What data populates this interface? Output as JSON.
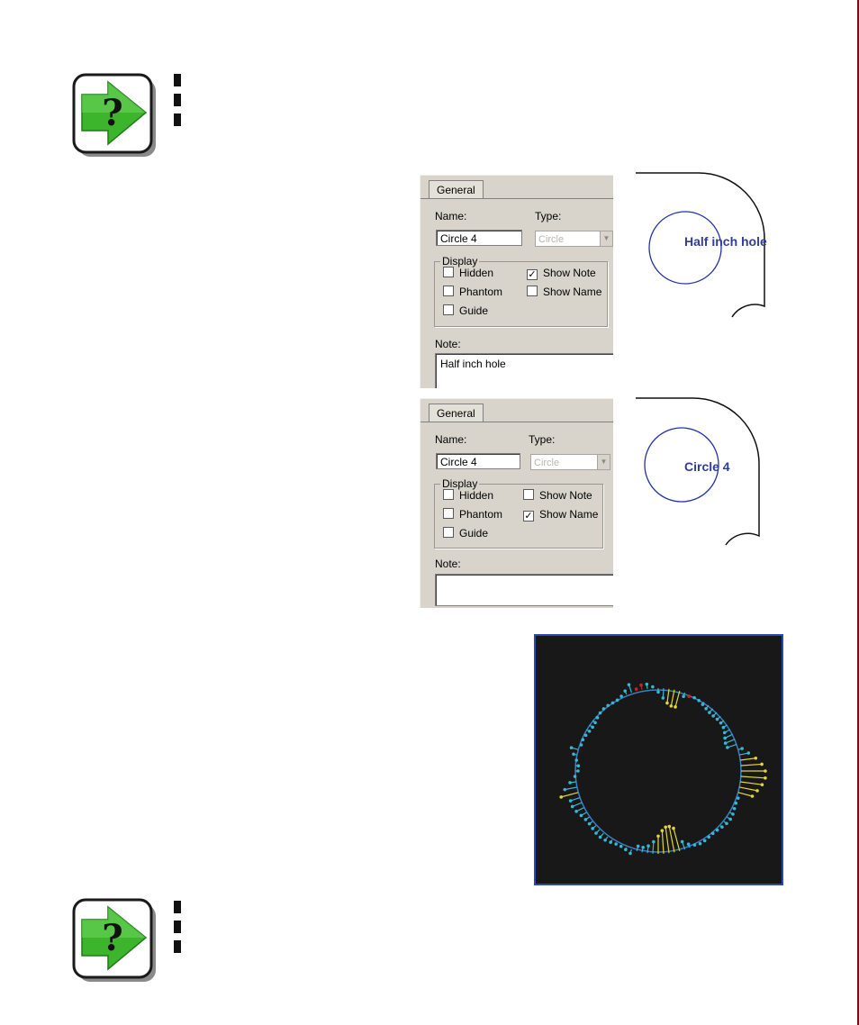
{
  "panels": [
    {
      "tab": "General",
      "name_label": "Name:",
      "type_label": "Type:",
      "name_value": "Circle 4",
      "type_value": "Circle",
      "display_label": "Display",
      "checks": [
        {
          "label": "Hidden",
          "mark": ""
        },
        {
          "label": "Show Note",
          "mark": "✓"
        },
        {
          "label": "Phantom",
          "mark": ""
        },
        {
          "label": "Show Name",
          "mark": ""
        },
        {
          "label": "Guide",
          "mark": ""
        }
      ],
      "note_label": "Note:",
      "note_value": "Half inch hole",
      "preview_label": "Half inch hole"
    },
    {
      "tab": "General",
      "name_label": "Name:",
      "type_label": "Type:",
      "name_value": "Circle 4",
      "type_value": "Circle",
      "display_label": "Display",
      "checks": [
        {
          "label": "Hidden",
          "mark": ""
        },
        {
          "label": "Show Note",
          "mark": ""
        },
        {
          "label": "Phantom",
          "mark": ""
        },
        {
          "label": "Show Name",
          "mark": "✓"
        },
        {
          "label": "Guide",
          "mark": ""
        }
      ],
      "note_label": "Note:",
      "note_value": "",
      "preview_label": "Circle 4"
    }
  ],
  "colors": {
    "preview_circle": "#2433a8",
    "plot_bg": "#181818",
    "plot_border": "#2b49b3",
    "point_cyan": "#38b6d6",
    "point_yellow": "#e3d43a",
    "point_red": "#d21f1f",
    "arrow_green": "#3cb52c"
  },
  "icons": [
    "note-arrow-question-icon",
    "note-arrow-question-icon"
  ]
}
